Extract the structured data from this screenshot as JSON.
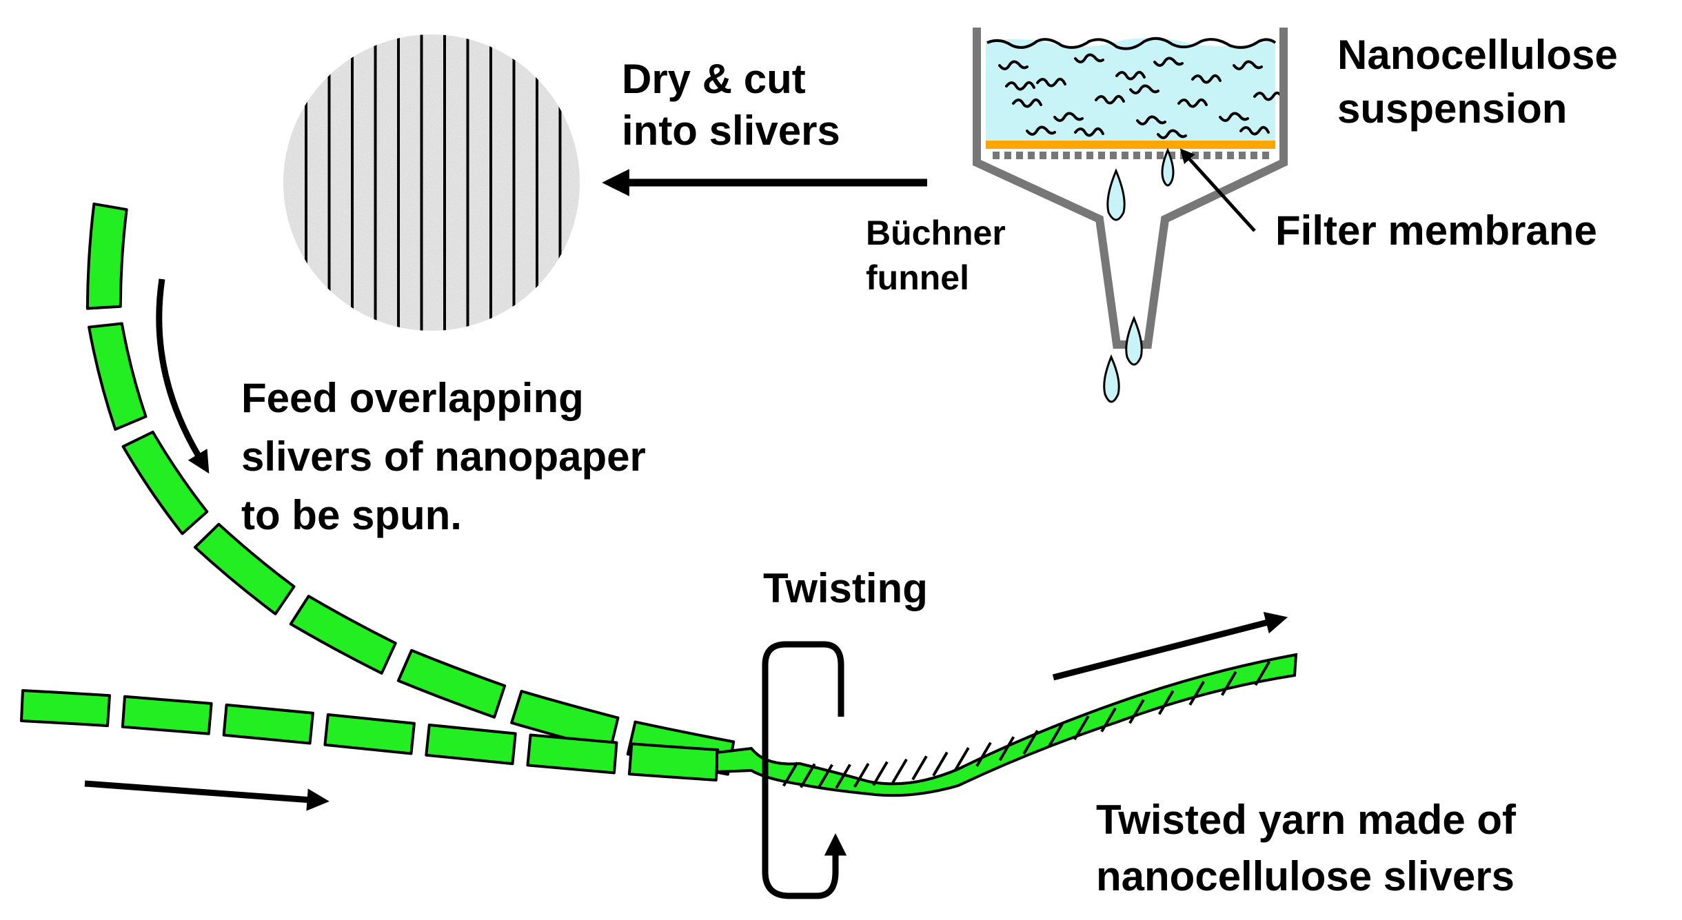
{
  "labels": {
    "dry_cut_1": "Dry & cut",
    "dry_cut_2": "into slivers",
    "suspension_1": "Nanocellulose",
    "suspension_2": "suspension",
    "buchner_1": "Büchner",
    "buchner_2": "funnel",
    "filter_membrane": "Filter membrane",
    "feed_1": "Feed overlapping",
    "feed_2": "slivers of nanopaper",
    "feed_3": "to be spun.",
    "twisting": "Twisting",
    "yarn_1": "Twisted yarn made of",
    "yarn_2": "nanocellulose slivers"
  },
  "colors": {
    "sliver_green": "#22ee22",
    "liquid_blue": "#c8f4f8",
    "membrane_orange": "#ffa500",
    "funnel_gray": "#777777",
    "paper_gray": "#e6e6e6"
  }
}
